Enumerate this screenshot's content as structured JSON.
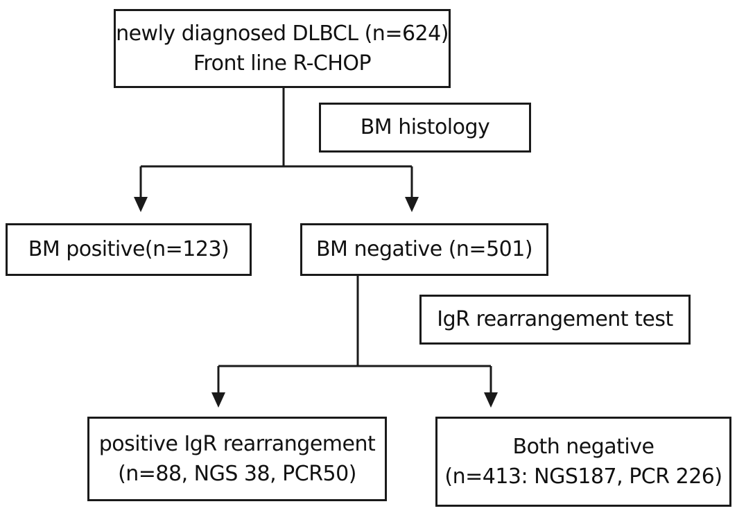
{
  "nodes": {
    "root": {
      "line1": "newly diagnosed DLBCL (n=624)",
      "line2": "Front line R-CHOP"
    },
    "bm_histology": {
      "label": "BM histology"
    },
    "bm_positive": {
      "label": "BM positive(n=123)"
    },
    "bm_negative": {
      "label": "BM negative (n=501)"
    },
    "igr_test": {
      "label": "IgR rearrangement test"
    },
    "positive_igr": {
      "line1": "positive IgR rearrangement",
      "line2": "(n=88, NGS 38, PCR50)"
    },
    "both_negative": {
      "line1": "Both negative",
      "line2": "(n=413: NGS187, PCR 226)"
    }
  },
  "edges": [
    {
      "from": "root",
      "to": "bm_positive",
      "label": "BM histology"
    },
    {
      "from": "root",
      "to": "bm_negative",
      "label": "BM histology"
    },
    {
      "from": "bm_negative",
      "to": "positive_igr",
      "label": "IgR rearrangement test"
    },
    {
      "from": "bm_negative",
      "to": "both_negative",
      "label": "IgR rearrangement test"
    }
  ],
  "colors": {
    "line": "#1a1a1a",
    "background": "#ffffff"
  }
}
